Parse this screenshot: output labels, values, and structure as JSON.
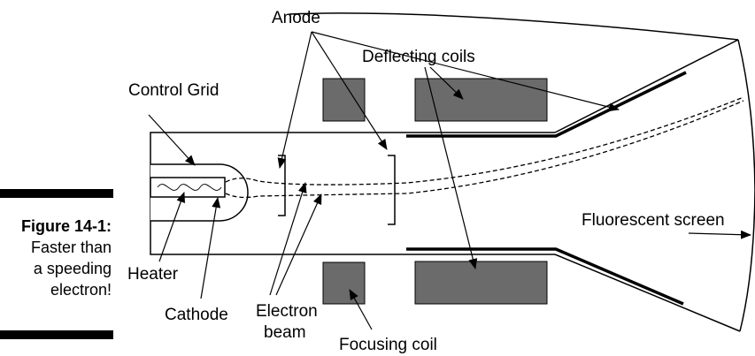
{
  "caption": {
    "figure_label": "Figure 14-1:",
    "lines": [
      "Faster than",
      "a speeding",
      "electron!"
    ]
  },
  "labels": {
    "anode": "Anode",
    "deflecting_coils": "Deflecting coils",
    "control_grid": "Control Grid",
    "fluorescent_screen": "Fluorescent screen",
    "heater": "Heater",
    "cathode": "Cathode",
    "electron_beam_line1": "Electron",
    "electron_beam_line2": "beam",
    "focusing_coil": "Focusing coil"
  },
  "colors": {
    "coil_fill": "#6b6b6b",
    "line": "#000000"
  }
}
